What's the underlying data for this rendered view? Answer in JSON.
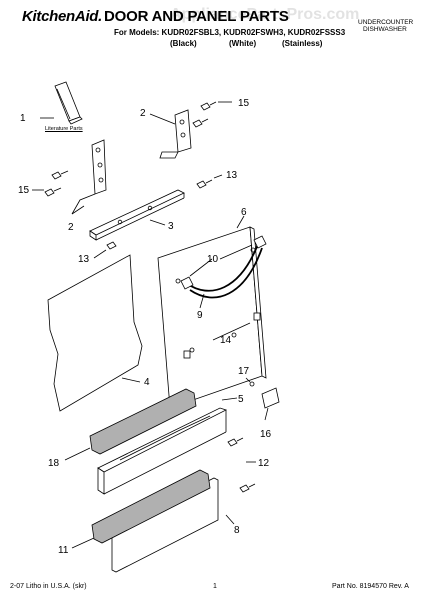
{
  "header": {
    "brand": "KitchenAid.",
    "title": "DOOR AND PANEL PARTS",
    "models": "For Models: KUDR02FSBL3, KUDR02FSWH3, KUDR02FSSS3",
    "colors": [
      "(Black)",
      "(White)",
      "(Stainless)"
    ],
    "product_type_line1": "UNDERCOUNTER",
    "product_type_line2": "DISHWASHER",
    "watermark": "AppliancePartsPros.com"
  },
  "callouts": {
    "c1": "1",
    "c2a": "2",
    "c2b": "2",
    "c3": "3",
    "c4": "4",
    "c5": "5",
    "c6": "6",
    "c8": "8",
    "c9": "9",
    "c10": "10",
    "c11": "11",
    "c12": "12",
    "c13a": "13",
    "c13b": "13",
    "c14": "14",
    "c15a": "15",
    "c15b": "15",
    "c16": "16",
    "c17": "17",
    "c18": "18"
  },
  "literature_label": "Literature Parts",
  "footer": {
    "left": "2-07 Litho in U.S.A. (skr)",
    "center": "1",
    "right": "Part No. 8194570 Rev. A"
  },
  "colors_hex": {
    "line": "#000000",
    "foam": "#8a8a8a"
  }
}
